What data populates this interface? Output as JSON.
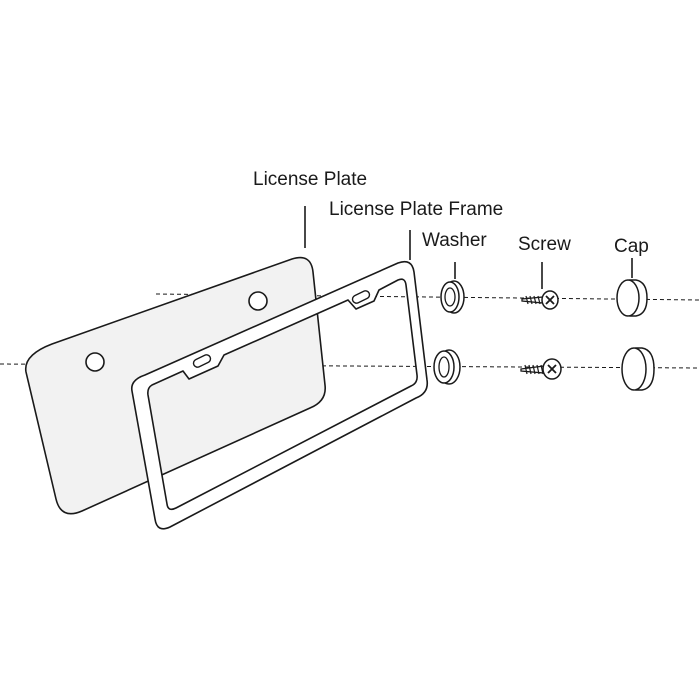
{
  "labels": {
    "license_plate": "License Plate",
    "license_plate_frame": "License Plate Frame",
    "washer": "Washer",
    "screw": "Screw",
    "cap": "Cap"
  },
  "colors": {
    "stroke": "#1a1a1a",
    "plate_fill": "#f2f2f2",
    "frame_fill": "#ffffff",
    "background": "#ffffff"
  }
}
